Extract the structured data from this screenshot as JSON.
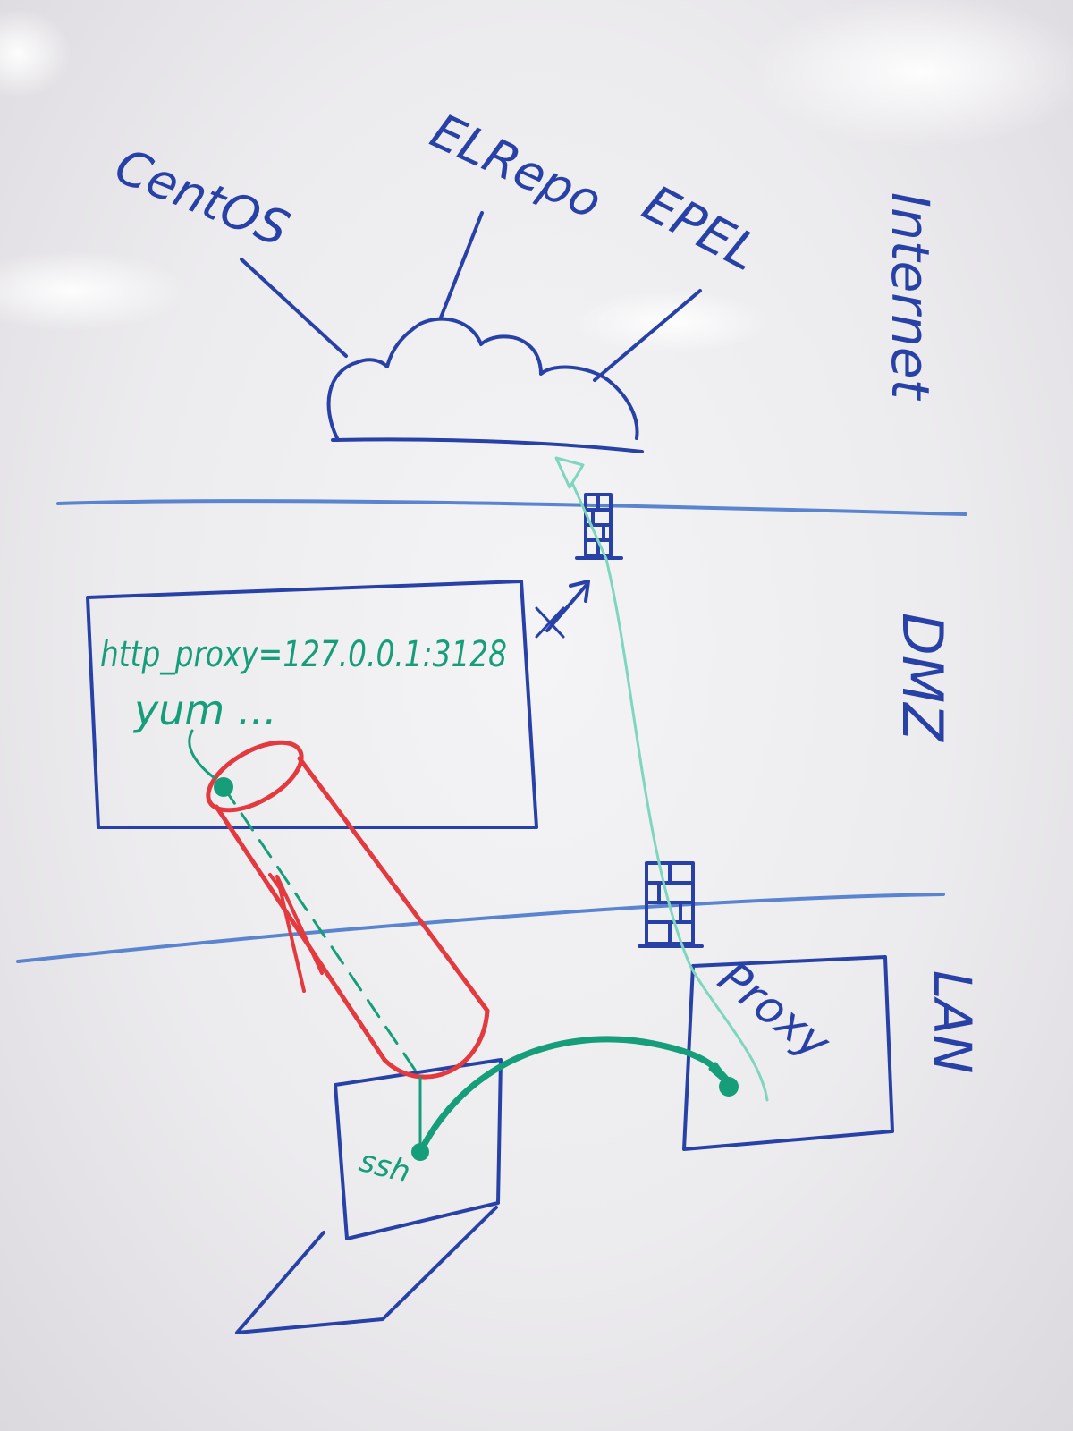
{
  "colors": {
    "blue_marker": "#2841a6",
    "light_blue_marker": "#5a84cf",
    "green_marker": "#169e7a",
    "light_green_marker": "#7fd6bf",
    "red_marker": "#e23a3e"
  },
  "repos": {
    "centos": "CentOS",
    "elrepo": "ELRepo",
    "epel": "EPEL"
  },
  "zones": {
    "internet": "Internet",
    "dmz": "DMZ",
    "lan": "LAN"
  },
  "dmz_server": {
    "env_line": "http_proxy=127.0.0.1:3128",
    "command_line": "yum ..."
  },
  "laptop": {
    "label": "ssh"
  },
  "proxy": {
    "label": "Proxy"
  },
  "blocked_mark": "X",
  "icons": [
    "cloud-icon",
    "firewall-icon",
    "laptop-icon",
    "tunnel-icon"
  ]
}
